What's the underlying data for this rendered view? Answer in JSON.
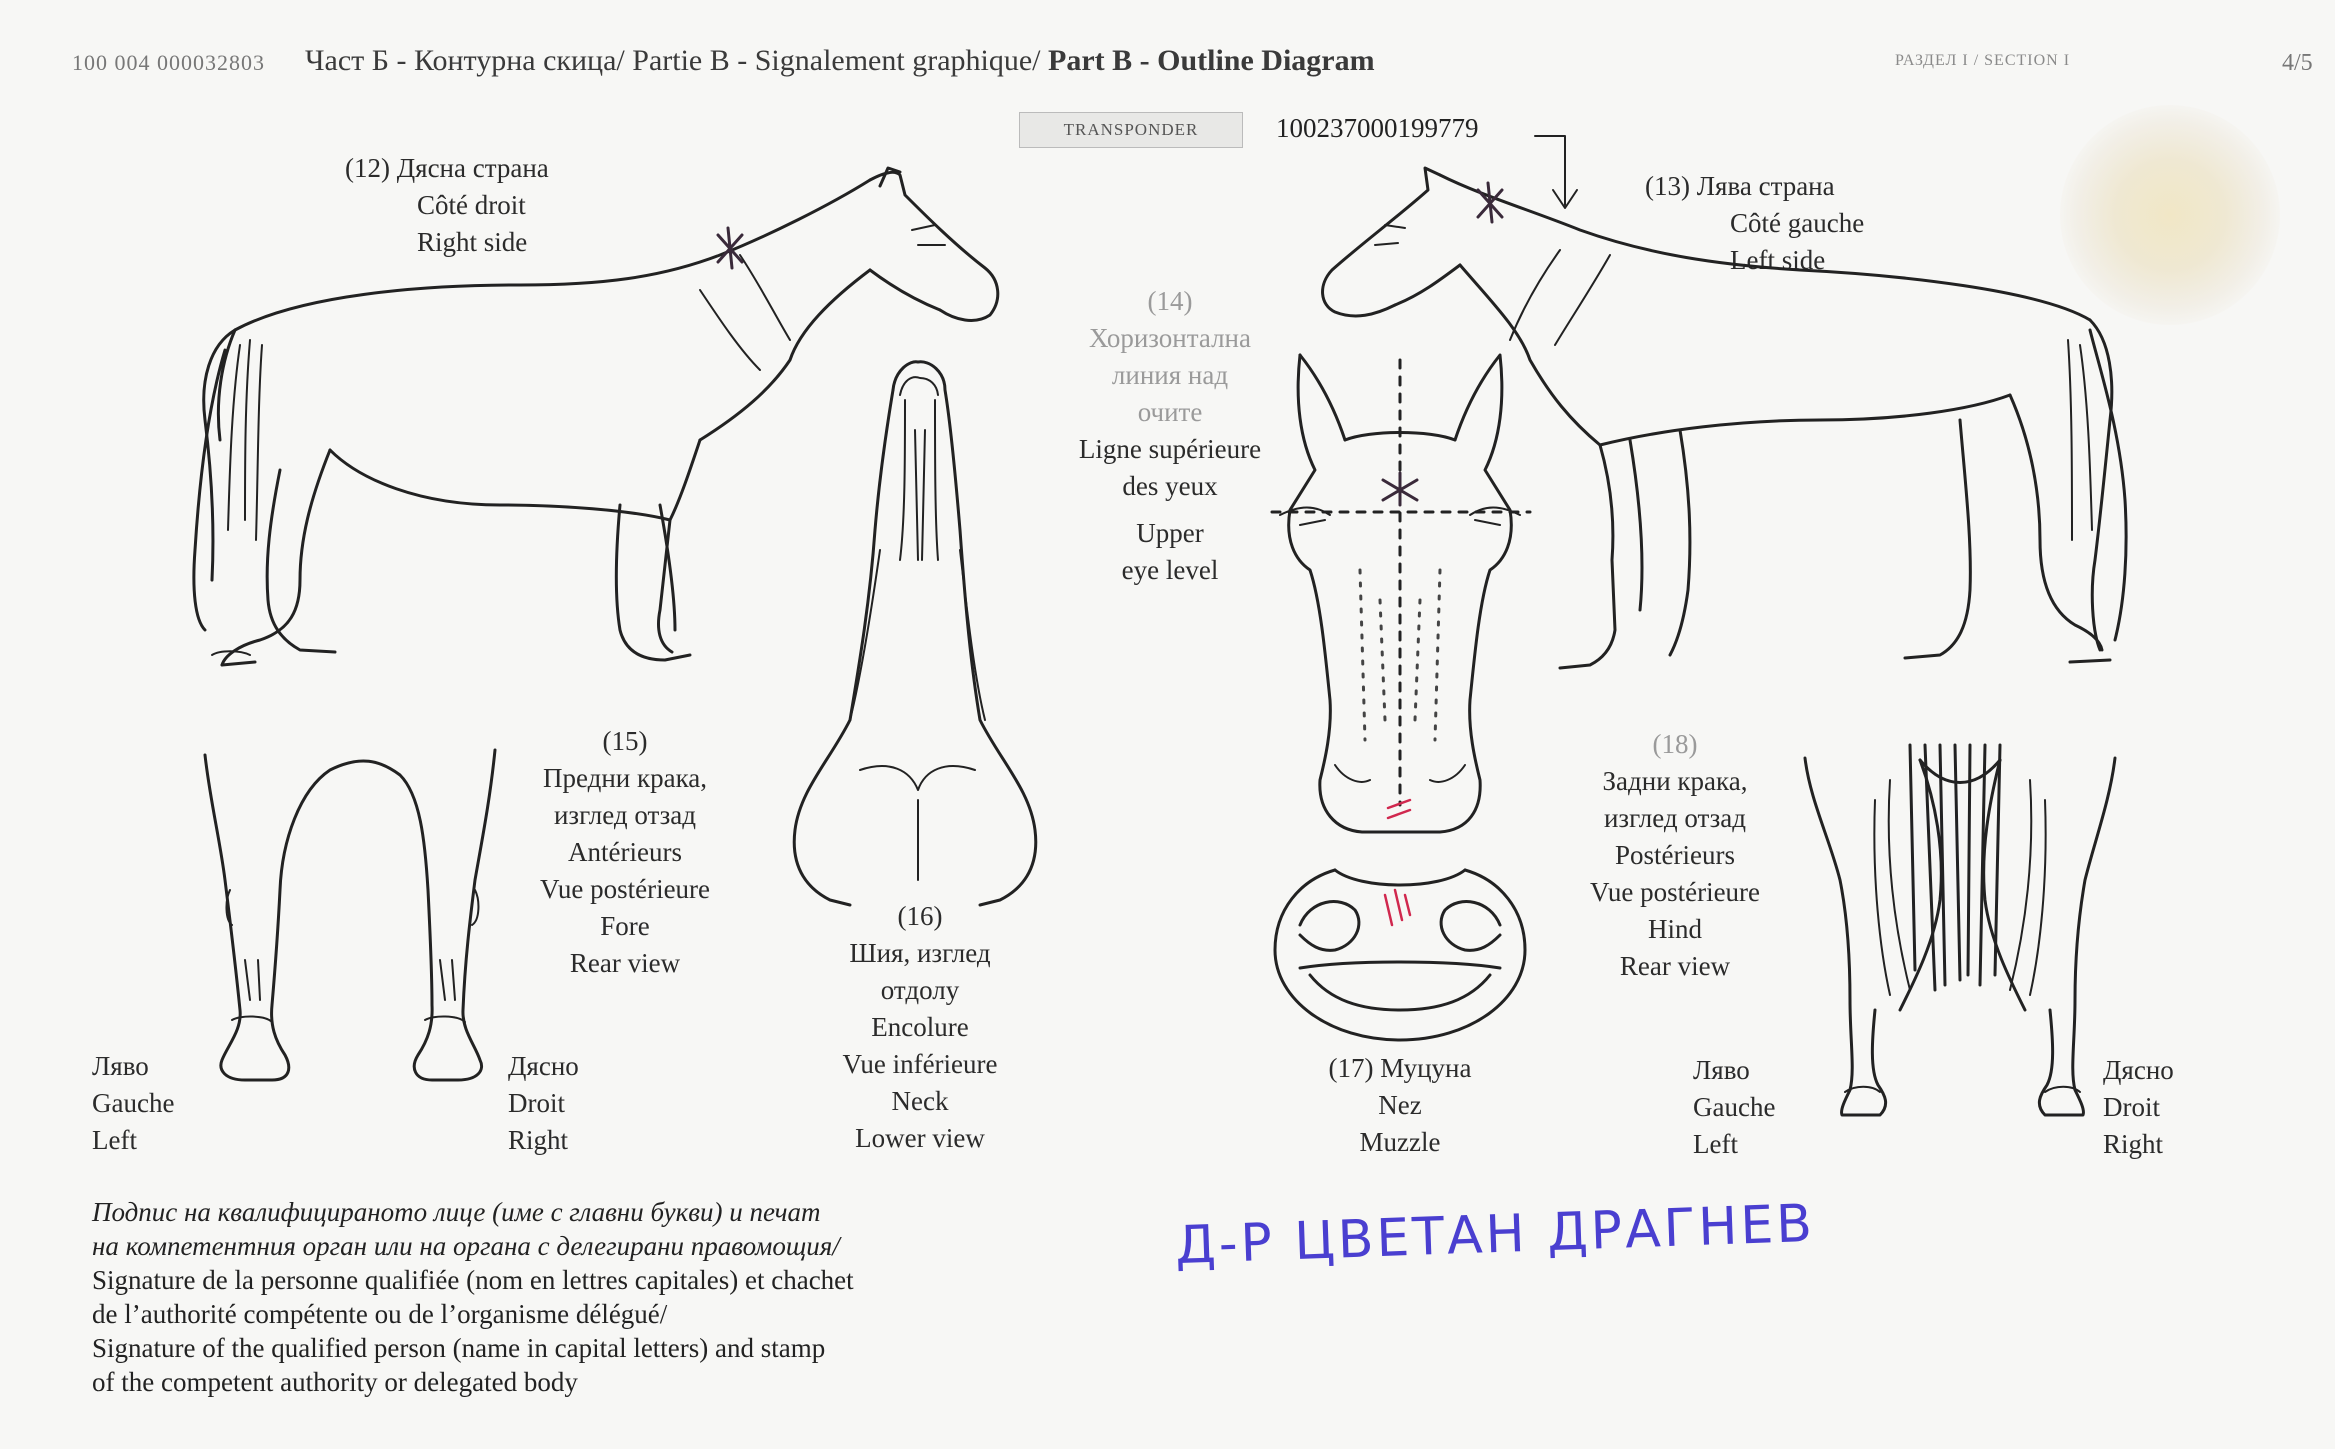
{
  "header": {
    "document_code": "100 004 000032803",
    "title_prefix": "Част Б - Контурна скица/ Partie B - Signalement graphique/ ",
    "title_bold": "Part B - Outline Diagram",
    "section_tag": "РАЗДЕЛ I / SECTION I",
    "page_number": "4/5"
  },
  "transponder": {
    "label": "TRANSPONDER",
    "number": "100237000199779"
  },
  "views": {
    "right_side": {
      "bg": "(12) Дясна страна",
      "fr": "Côté droit",
      "en": "Right side"
    },
    "left_side": {
      "bg": "(13) Лява страна",
      "fr": "Côté gauche",
      "en": "Left side"
    },
    "eye_level": {
      "num": "(14)",
      "bg1": "Хоризонтална",
      "bg2": "линия над",
      "bg3": "очите",
      "fr1": "Ligne supérieure",
      "fr2": "des yeux",
      "en1": "Upper",
      "en2": "eye level"
    },
    "fore": {
      "num": "(15)",
      "bg1": "Предни крака,",
      "bg2": "изглед отзад",
      "fr1": "Antérieurs",
      "fr2": "Vue postérieure",
      "en1": "Fore",
      "en2": "Rear view"
    },
    "neck": {
      "num": "(16)",
      "bg1": "Шия, изглед",
      "bg2": "отдолу",
      "fr1": "Encolure",
      "fr2": "Vue inférieure",
      "en1": "Neck",
      "en2": "Lower view"
    },
    "muzzle": {
      "bg": "(17) Муцуна",
      "fr": "Nez",
      "en": "Muzzle"
    },
    "hind": {
      "num": "(18)",
      "bg1": "Задни крака,",
      "bg2": "изглед отзад",
      "fr1": "Postérieurs",
      "fr2": "Vue postérieure",
      "en1": "Hind",
      "en2": "Rear view"
    }
  },
  "sides": {
    "fore_left": {
      "bg": "Ляво",
      "fr": "Gauche",
      "en": "Left"
    },
    "fore_right": {
      "bg": "Дясно",
      "fr": "Droit",
      "en": "Right"
    },
    "hind_left": {
      "bg": "Ляво",
      "fr": "Gauche",
      "en": "Left"
    },
    "hind_right": {
      "bg": "Дясно",
      "fr": "Droit",
      "en": "Right"
    }
  },
  "signature": {
    "line1": "Подпис на квалифицираното лице (име с главни букви) и печат",
    "line2": "на компетентния орган или на органа с делегирани правомощия/",
    "line3": "Signature de la personne qualifiée (nom en lettres capitales) et chachet",
    "line4": "de l’authorité compétente ou de l’organisme délégué/",
    "line5": "Signature of the qualified person (name in capital letters) and stamp",
    "line6": "of the competent authority or delegated body",
    "handwritten_name": "Д-Р ЦВЕТАН ДРАГНЕВ"
  },
  "colors": {
    "ink": "#222222",
    "marking_red": "#d0284e",
    "handwriting_blue": "#4a3fd0",
    "paper": "#f7f7f5"
  }
}
